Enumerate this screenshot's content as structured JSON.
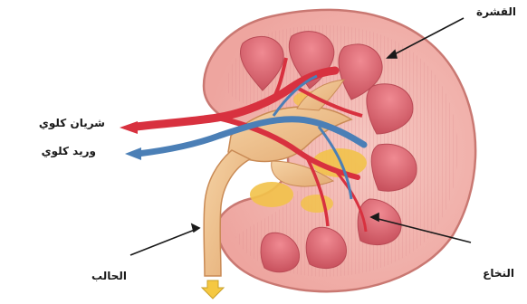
{
  "labels": {
    "cortex": "القشرة",
    "renal_artery": "شريان كلوي",
    "renal_vein": "وريد كلوي",
    "ureter": "الحالب",
    "medulla": "النخاع"
  },
  "colors": {
    "capsule": "#f3a9a5",
    "cortex": "#f0b2ac",
    "medulla_pyramid": "#df6f78",
    "pelvis": "#f0c491",
    "artery": "#d8313f",
    "vein": "#4b7fb6",
    "fat": "#f2c24a",
    "flow_arrow": "#f5c842"
  }
}
